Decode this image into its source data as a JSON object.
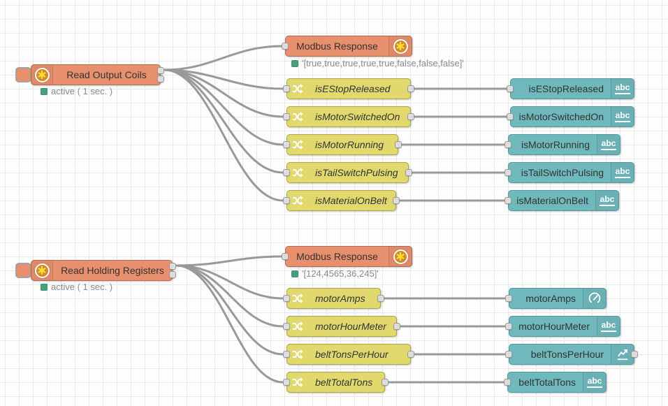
{
  "palette": {
    "modbus_node_color": "#E8906E",
    "switch_node_color": "#E1D96E",
    "dashboard_node_color": "#6FB8BC",
    "wire_color": "#999999",
    "status_dot_color": "#46A078"
  },
  "top_flow": {
    "reader": {
      "label": "Read Output Coils",
      "status": "active ( 1 sec. )"
    },
    "response": {
      "label": "Modbus Response",
      "status": "'[true,true,true,true,true,false,false,false]'"
    },
    "switches": [
      {
        "label": "isEStopReleased"
      },
      {
        "label": "isMotorSwitchedOn"
      },
      {
        "label": "isMotorRunning"
      },
      {
        "label": "isTailSwitchPulsing"
      },
      {
        "label": "isMaterialOnBelt"
      }
    ],
    "outputs": [
      {
        "label": "isEStopReleased",
        "icon": "abc-text-icon"
      },
      {
        "label": "isMotorSwitchedOn",
        "icon": "abc-text-icon"
      },
      {
        "label": "isMotorRunning",
        "icon": "abc-text-icon"
      },
      {
        "label": "isTailSwitchPulsing",
        "icon": "abc-text-icon"
      },
      {
        "label": "isMaterialOnBelt",
        "icon": "abc-text-icon"
      }
    ]
  },
  "bottom_flow": {
    "reader": {
      "label": "Read Holding Registers",
      "status": "active ( 1 sec. )"
    },
    "response": {
      "label": "Modbus Response",
      "status": "'[124,4565,36,245]'"
    },
    "switches": [
      {
        "label": "motorAmps"
      },
      {
        "label": "motorHourMeter"
      },
      {
        "label": "beltTonsPerHour"
      },
      {
        "label": "beltTotalTons"
      }
    ],
    "outputs": [
      {
        "label": "motorAmps",
        "icon": "gauge-icon"
      },
      {
        "label": "motorHourMeter",
        "icon": "abc-text-icon"
      },
      {
        "label": "beltTonsPerHour",
        "icon": "chart-icon"
      },
      {
        "label": "beltTotalTons",
        "icon": "abc-text-icon"
      }
    ]
  }
}
